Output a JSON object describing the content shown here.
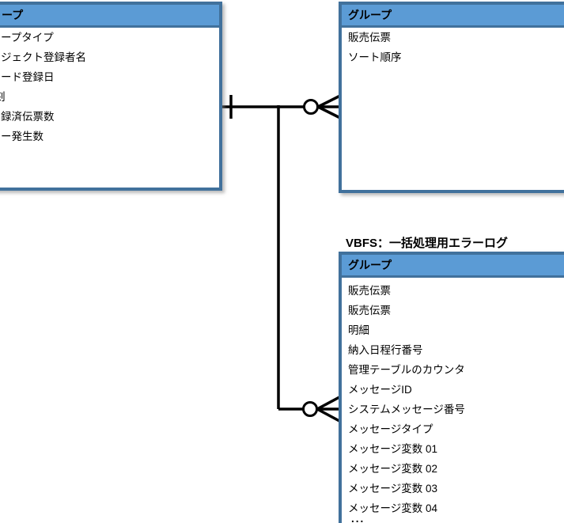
{
  "diagram": {
    "colors": {
      "background": "#ffffff",
      "entity_header_fill": "#5B9BD5",
      "entity_border": "#41719C",
      "relationship_line": "#000000",
      "text": "#000000"
    },
    "entities": {
      "left": {
        "header": "ープ",
        "items": [
          "ープタイプ",
          "ジェクト登録者名",
          "ード登録日",
          "刻",
          "録済伝票数",
          "ー発生数"
        ]
      },
      "top_right": {
        "header": "グループ",
        "items": [
          "販売伝票",
          "ソート順序"
        ]
      },
      "bottom_right": {
        "title": "VBFS：一括処理用エラーログ",
        "header": "グループ",
        "items": [
          "販売伝票",
          "販売伝票",
          "明細",
          "納入日程行番号",
          "管理テーブルのカウンタ",
          "メッセージID",
          "システムメッセージ番号",
          "メッセージタイプ",
          "メッセージ変数 01",
          "メッセージ変数 02",
          "メッセージ変数 03",
          "メッセージ変数 04"
        ],
        "ellipsis": "..."
      }
    },
    "relationships": [
      {
        "from": "left-entity",
        "to": "top-right-entity",
        "from_cardinality": "one",
        "to_cardinality": "zero-or-many"
      },
      {
        "from": "left-entity",
        "to": "bottom-right-entity",
        "from_cardinality": "one",
        "to_cardinality": "zero-or-many"
      }
    ]
  }
}
